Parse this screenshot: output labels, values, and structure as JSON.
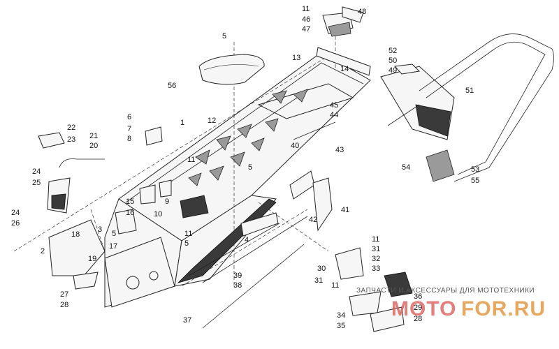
{
  "diagram": {
    "callouts": [
      "11",
      "46",
      "47",
      "48",
      "5",
      "13",
      "14",
      "52",
      "50",
      "49",
      "51",
      "56",
      "1",
      "12",
      "45",
      "44",
      "6",
      "7",
      "8",
      "22",
      "23",
      "21",
      "20",
      "43",
      "24",
      "25",
      "40",
      "54",
      "53",
      "55",
      "11",
      "9",
      "10",
      "15",
      "16",
      "3",
      "5",
      "41",
      "42",
      "11",
      "5",
      "5",
      "2",
      "18",
      "24",
      "26",
      "17",
      "4",
      "11",
      "31",
      "32",
      "33",
      "30",
      "19",
      "27",
      "28",
      "39",
      "38",
      "37",
      "31",
      "11",
      "34",
      "35",
      "36",
      "29",
      "28"
    ],
    "watermark": {
      "caption": "ЗАПЧАСТИ И АКСЕССУАРЫ ДЛЯ МОТОТЕХНИКИ",
      "logo_left": "MOTO",
      "logo_right": "FOR.RU",
      "logo_colors": {
        "left": "#d9534f",
        "right": "#e08a2a"
      }
    }
  }
}
